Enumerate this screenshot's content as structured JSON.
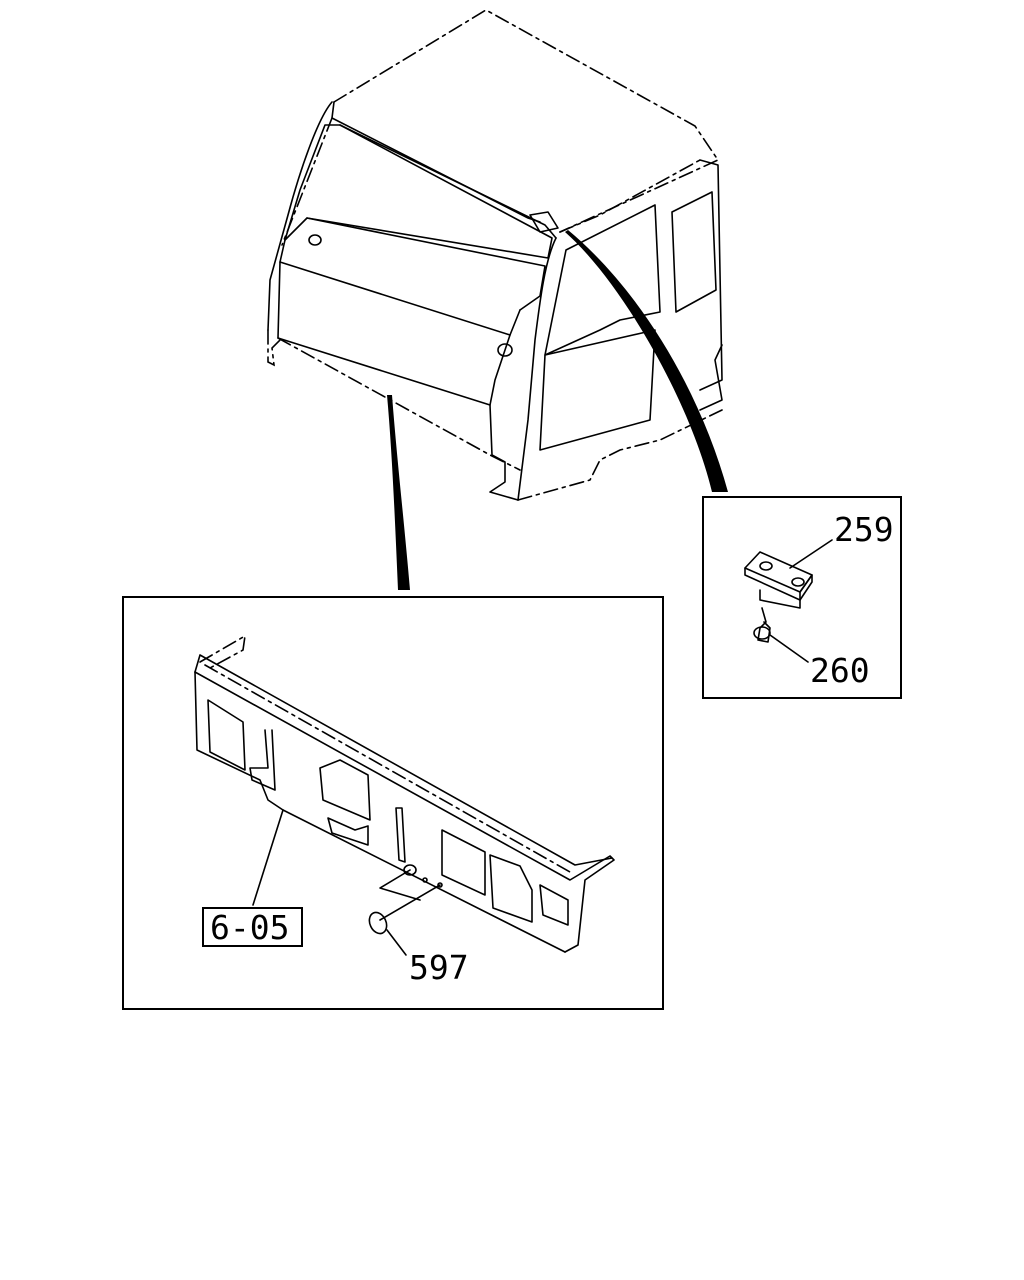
{
  "callouts": {
    "part_259": "259",
    "part_260": "260",
    "part_597": "597",
    "ref_605": "6-05"
  }
}
